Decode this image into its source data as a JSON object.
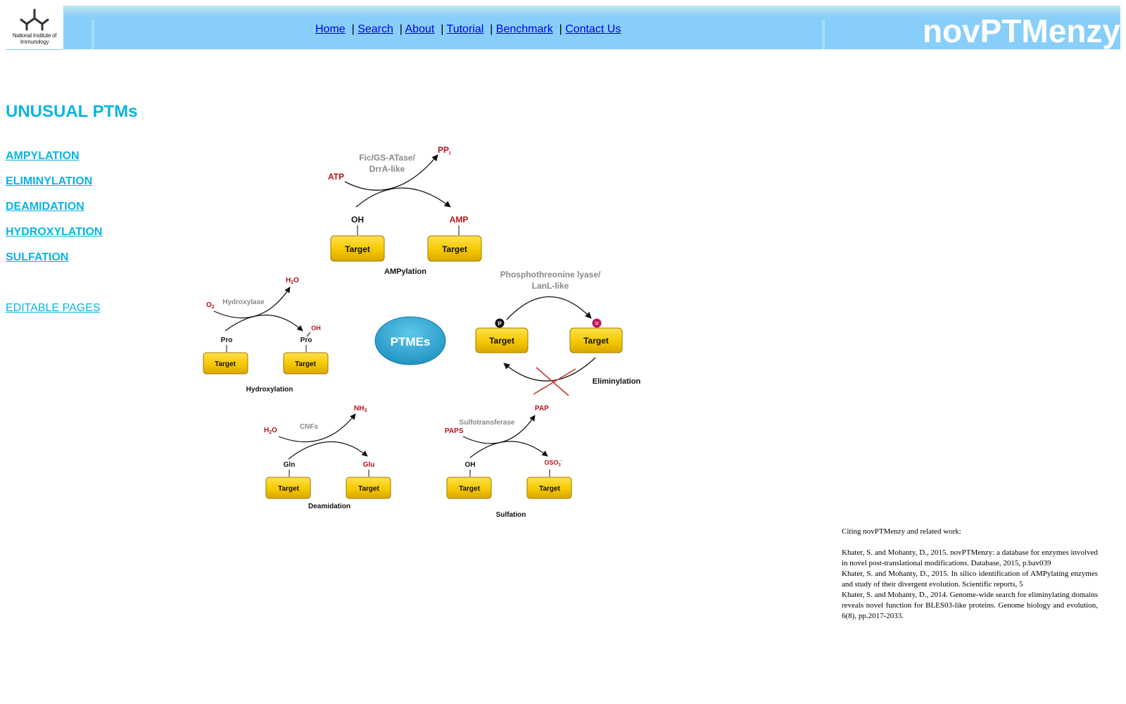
{
  "header": {
    "logo_text": "National Institute of Immunology",
    "brand": "novPTMenzy",
    "nav": [
      "Home",
      "Search",
      "About",
      "Tutorial",
      "Benchmark",
      "Contact Us"
    ]
  },
  "main": {
    "title": "UNUSUAL PTMs",
    "ptm_links": [
      "AMPYLATION",
      "ELIMINYLATION",
      "DEAMIDATION",
      "HYDROXYLATION",
      "SULFATION"
    ],
    "editable_link": "EDITABLE PAGES"
  },
  "diagram": {
    "center_label": "PTMEs",
    "target_label": "Target",
    "ampylation": {
      "enzyme_line1": "Fic/GS-ATase/",
      "enzyme_line2": "DrrA-like",
      "substrate": "ATP",
      "product": "PP",
      "product_sub": "i",
      "residue_in": "OH",
      "residue_out": "AMP",
      "caption": "AMPylation"
    },
    "eliminylation": {
      "enzyme_line1": "Phosphothreonine lyase/",
      "enzyme_line2": "LanL-like",
      "mark_in": "P",
      "mark_out": "=",
      "caption": "Eliminylation"
    },
    "hydroxylation": {
      "enzyme": "Hydroxylase",
      "substrate": "O",
      "substrate_sub": "2",
      "product": "H",
      "product_sub": "2",
      "product_tail": "O",
      "residue_in": "Pro",
      "residue_out": "Pro",
      "modification": "OH",
      "caption": "Hydroxylation"
    },
    "deamidation": {
      "enzyme": "CNFs",
      "substrate": "H",
      "substrate_sub": "2",
      "substrate_tail": "O",
      "product": "NH",
      "product_sub": "3",
      "residue_in": "Gln",
      "residue_out": "Glu",
      "caption": "Deamidation"
    },
    "sulfation": {
      "enzyme": "Sulfotransferase",
      "substrate": "PAPS",
      "product": "PAP",
      "residue_in": "OH",
      "residue_out": "OSO",
      "residue_out_sub": "3",
      "residue_out_sup": "-",
      "caption": "Sulfation"
    }
  },
  "citations": {
    "heading": "Citing novPTMenzy and related work:",
    "items": [
      "Khater, S. and Mohanty, D., 2015. novPTMenzy: a database for enzymes involved in novel post-translational modifications. Database, 2015, p.bav039",
      "Khater, S. and Mohanty, D., 2015. In silico identification of AMPylating enzymes and study of their divergent evolution. Scientific reports, 5",
      "Khater, S. and Mohanty, D., 2014. Genome-wide search for eliminylating domains reveals novel function for BLES03-like proteins. Genome biology and evolution, 6(8), pp.2017-2033."
    ]
  },
  "colors": {
    "header_bar": "#87cefa",
    "accent_link": "#0ab4e6",
    "target_box": "#f5c800",
    "ptmes_bubble": "#2a9fc9",
    "reaction_red": "#b5121b"
  }
}
